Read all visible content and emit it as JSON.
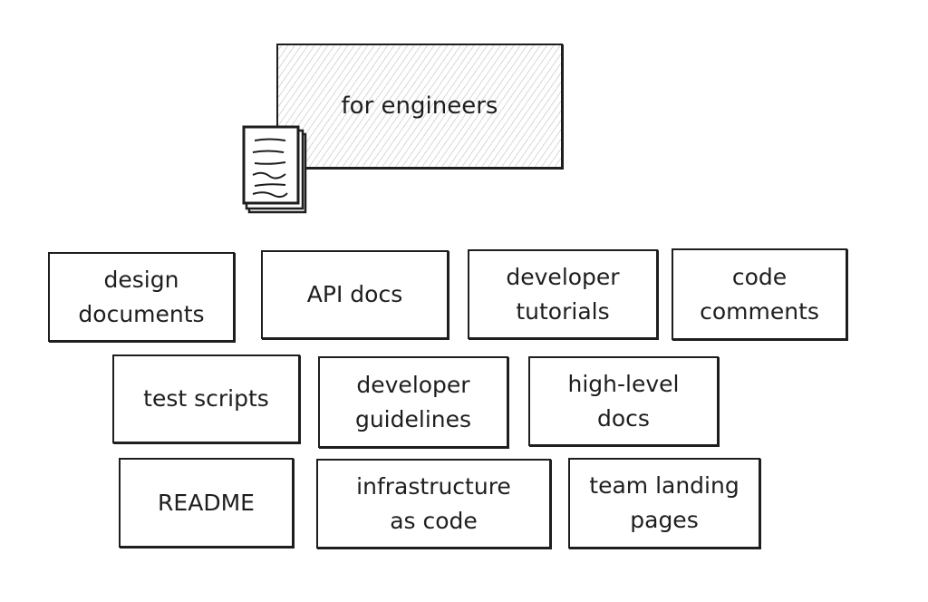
{
  "title": "for engineers",
  "icon": "document-stack-icon",
  "items": [
    {
      "label": "design\ndocuments"
    },
    {
      "label": "API docs"
    },
    {
      "label": "developer\ntutorials"
    },
    {
      "label": "code\ncomments"
    },
    {
      "label": "test scripts"
    },
    {
      "label": "developer\nguidelines"
    },
    {
      "label": "high-level\ndocs"
    },
    {
      "label": "README"
    },
    {
      "label": "infrastructure\nas code"
    },
    {
      "label": "team landing\npages"
    }
  ]
}
